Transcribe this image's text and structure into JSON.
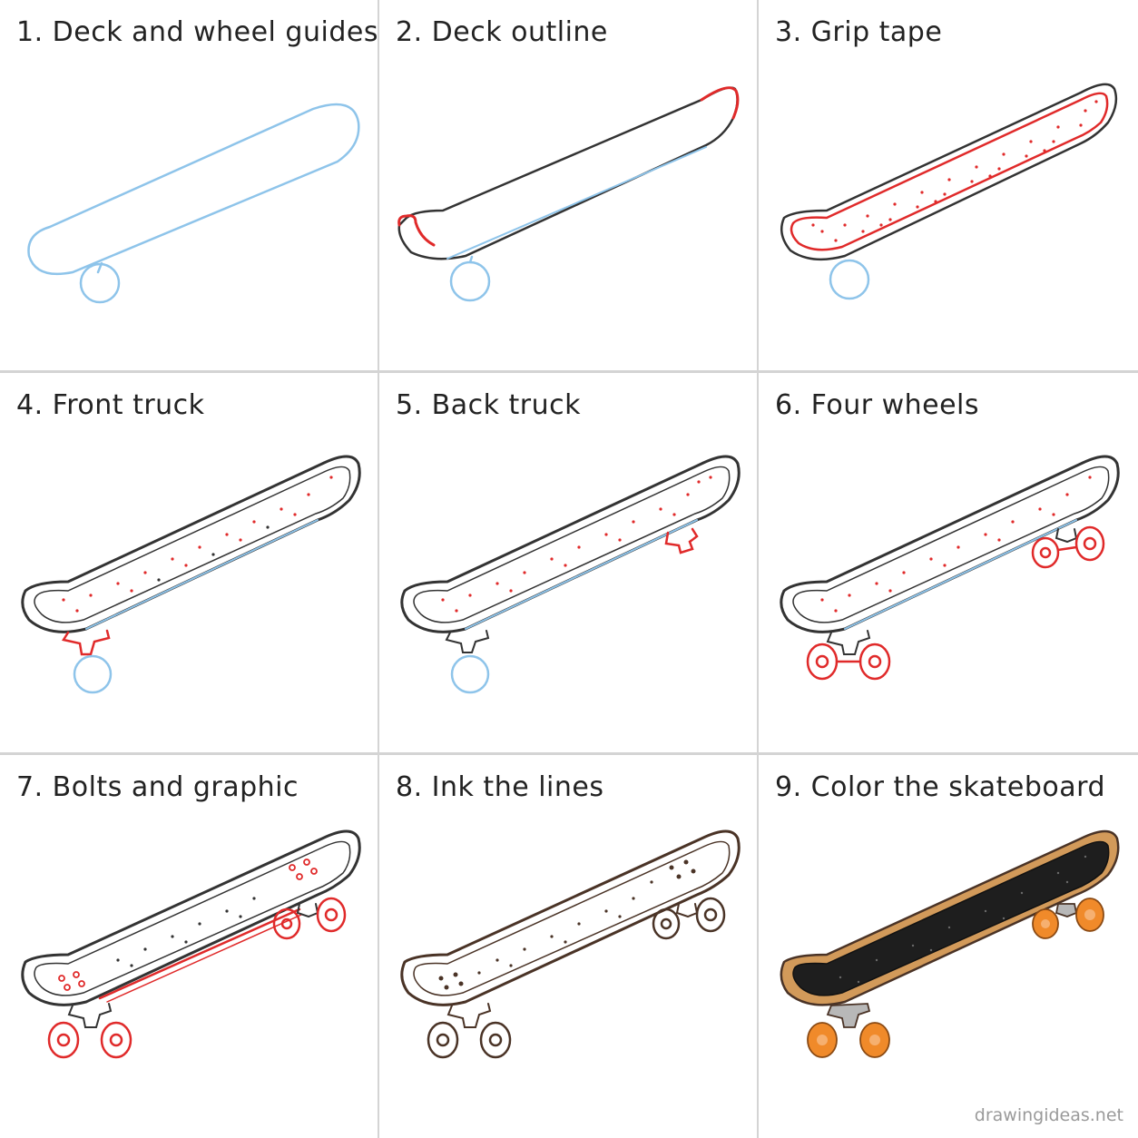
{
  "steps": [
    {
      "label": "1. Deck and wheel guides"
    },
    {
      "label": "2. Deck outline"
    },
    {
      "label": "3. Grip tape"
    },
    {
      "label": "4. Front truck"
    },
    {
      "label": "5. Back truck"
    },
    {
      "label": "6. Four wheels"
    },
    {
      "label": "7. Bolts and graphic"
    },
    {
      "label": "8. Ink the lines"
    },
    {
      "label": "9. Color the skateboard"
    }
  ],
  "watermark": "drawingideas.net",
  "colors": {
    "guide_blue": "#8ec4ea",
    "new_red": "#e02a2a",
    "pencil": "#333333",
    "ink_brown": "#4a3326",
    "grip_black": "#1e1e1e",
    "deck_wood": "#d29a5a",
    "wheel_orange": "#f08a2a",
    "truck_gray": "#b8b8b8"
  }
}
